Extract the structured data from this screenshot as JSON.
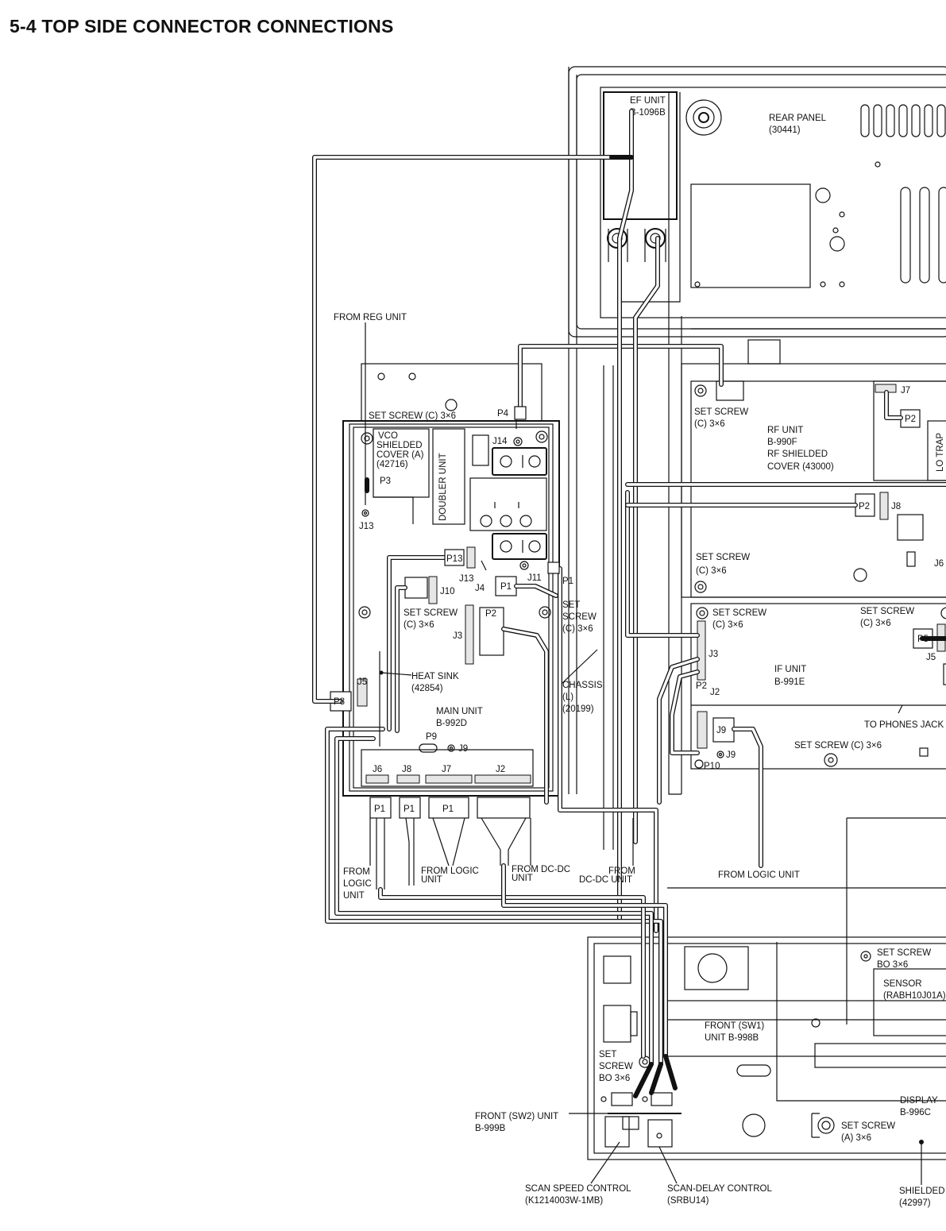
{
  "title": "5-4 TOP SIDE CONNECTOR CONNECTIONS",
  "labels": {
    "ef_unit": "EF UNIT",
    "ef_unit_no": "B-1096B",
    "rear_panel": "REAR PANEL",
    "rear_panel_no": "(30441)",
    "from_reg_unit": "FROM REG UNIT",
    "set_screw_c_vco": "SET SCREW (C) 3×6",
    "p4": "P4",
    "vco_1": "VCO",
    "vco_2": "SHIELDED",
    "vco_3": "COVER (A)",
    "vco_4": "(42716)",
    "doubler_unit": "DOUBLER UNIT",
    "j14": "J14",
    "p3": "P3",
    "j13_left": "J13",
    "p13": "P13",
    "j13": "J13",
    "j4": "J4",
    "p1_main": "P1",
    "j11": "J11",
    "p1_side": "P1",
    "j10": "J10",
    "set_screw_main_1": "SET SCREW",
    "set_screw_main_2": "(C) 3×6",
    "j3_main": "J3",
    "p2_main": "P2",
    "set_1": "SET",
    "set_2": "SCREW",
    "set_3": "(C) 3×6",
    "chassis_1": "CHASSIS",
    "chassis_2": "(L)",
    "chassis_3": "(20199)",
    "heat_sink_1": "HEAT SINK",
    "heat_sink_2": "(42854)",
    "j5_main": "J5",
    "p8": "P8",
    "main_unit": "MAIN UNIT",
    "main_unit_no": "B-992D",
    "p9": "P9",
    "j9_main": "J9",
    "j6": "J6",
    "j8_main": "J8",
    "j7_main": "J7",
    "j2_main": "J2",
    "p1_a": "P1",
    "p1_b": "P1",
    "p1_c": "P1",
    "from_logic_1": "FROM",
    "from_logic_2": "LOGIC",
    "from_logic_3": "UNIT",
    "from_logic_mid_1": "FROM LOGIC",
    "from_logic_mid_2": "UNIT",
    "from_dcdc_1": "FROM DC-DC",
    "from_dcdc_2": "UNIT",
    "from_dcdc2_1": "FROM",
    "from_dcdc2_2": "DC-DC UNIT",
    "from_logic_right": "FROM LOGIC UNIT",
    "rf_set_screw_1": "SET SCREW",
    "rf_set_screw_2": "(C) 3×6",
    "rf_unit_1": "RF UNIT",
    "rf_unit_2": "B-990F",
    "rf_unit_3": "RF SHIELDED",
    "rf_unit_4": "COVER (43000)",
    "j7_rf": "J7",
    "p2_rf": "P2",
    "lo_trap": "LO TRAP",
    "p2_j8": "P2",
    "j8_rf": "J8",
    "j6_rf": "J6",
    "rf_set_screw_b_1": "SET SCREW",
    "rf_set_screw_b_2": "(C) 3×6",
    "if_set_screw_1": "SET SCREW",
    "if_set_screw_2": "(C) 3×6",
    "if_set_screw_r_1": "SET SCREW",
    "if_set_screw_r_2": "(C) 3×6",
    "p5": "P5",
    "j5_if": "J5",
    "j3_if": "J3",
    "if_unit": "IF UNIT",
    "if_unit_no": "B-991E",
    "p2_if": "P2",
    "j2_if": "J2",
    "to_phones": "TO PHONES JACK",
    "j9_if_box": "J9",
    "j9_if": "J9",
    "p10": "P10",
    "set_screw_if_bottom": "SET SCREW (C) 3×6",
    "fp_set_screw_1": "SET SCREW",
    "fp_set_screw_2": "BO 3×6",
    "sensor_1": "SENSOR",
    "sensor_2": "(RABH10J01A)",
    "front_sw1_1": "FRONT (SW1)",
    "front_sw1_2": "UNIT B-998B",
    "fp_set_1": "SET",
    "fp_set_2": "SCREW",
    "fp_set_3": "BO 3×6",
    "front_sw2_1": "FRONT (SW2) UNIT",
    "front_sw2_2": "B-999B",
    "display_1": "DISPLAY",
    "display_2": "B-996C",
    "set_screw_a_1": "SET SCREW",
    "set_screw_a_2": "(A) 3×6",
    "scan_speed_1": "SCAN SPEED CONTROL",
    "scan_speed_2": "(K1214003W-1MB)",
    "scan_delay_1": "SCAN-DELAY CONTROL",
    "scan_delay_2": "(SRBU14)",
    "shielded_1": "SHIELDED",
    "shielded_2": "(42997)"
  }
}
